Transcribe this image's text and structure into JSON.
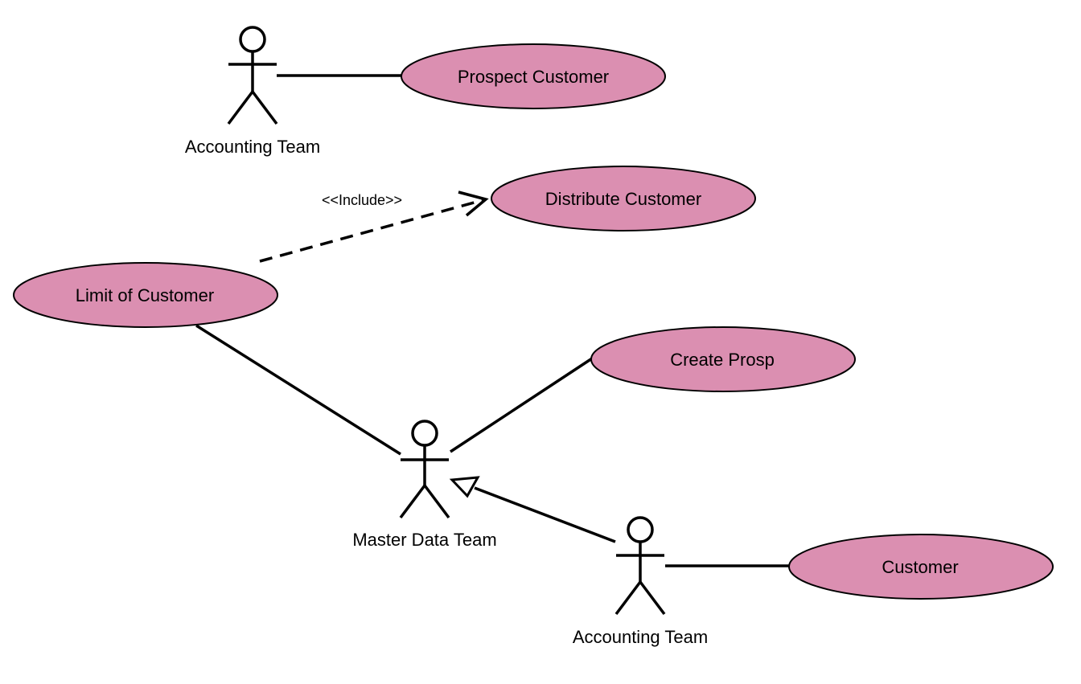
{
  "use_cases": {
    "prospect_customer": "Prospect Customer",
    "distribute_customer": "Distribute Customer",
    "limit_of_customer": "Limit of Customer",
    "create_prosp": "Create Prosp",
    "customer": "Customer"
  },
  "actors": {
    "accounting_team_top": "Accounting Team",
    "master_data_team": "Master Data Team",
    "accounting_team_bottom": "Accounting Team"
  },
  "relations": {
    "include_stereotype": "<<Include>>"
  },
  "colors": {
    "use_case_fill": "#db8fb1",
    "stroke": "#000000",
    "background": "#ffffff"
  }
}
